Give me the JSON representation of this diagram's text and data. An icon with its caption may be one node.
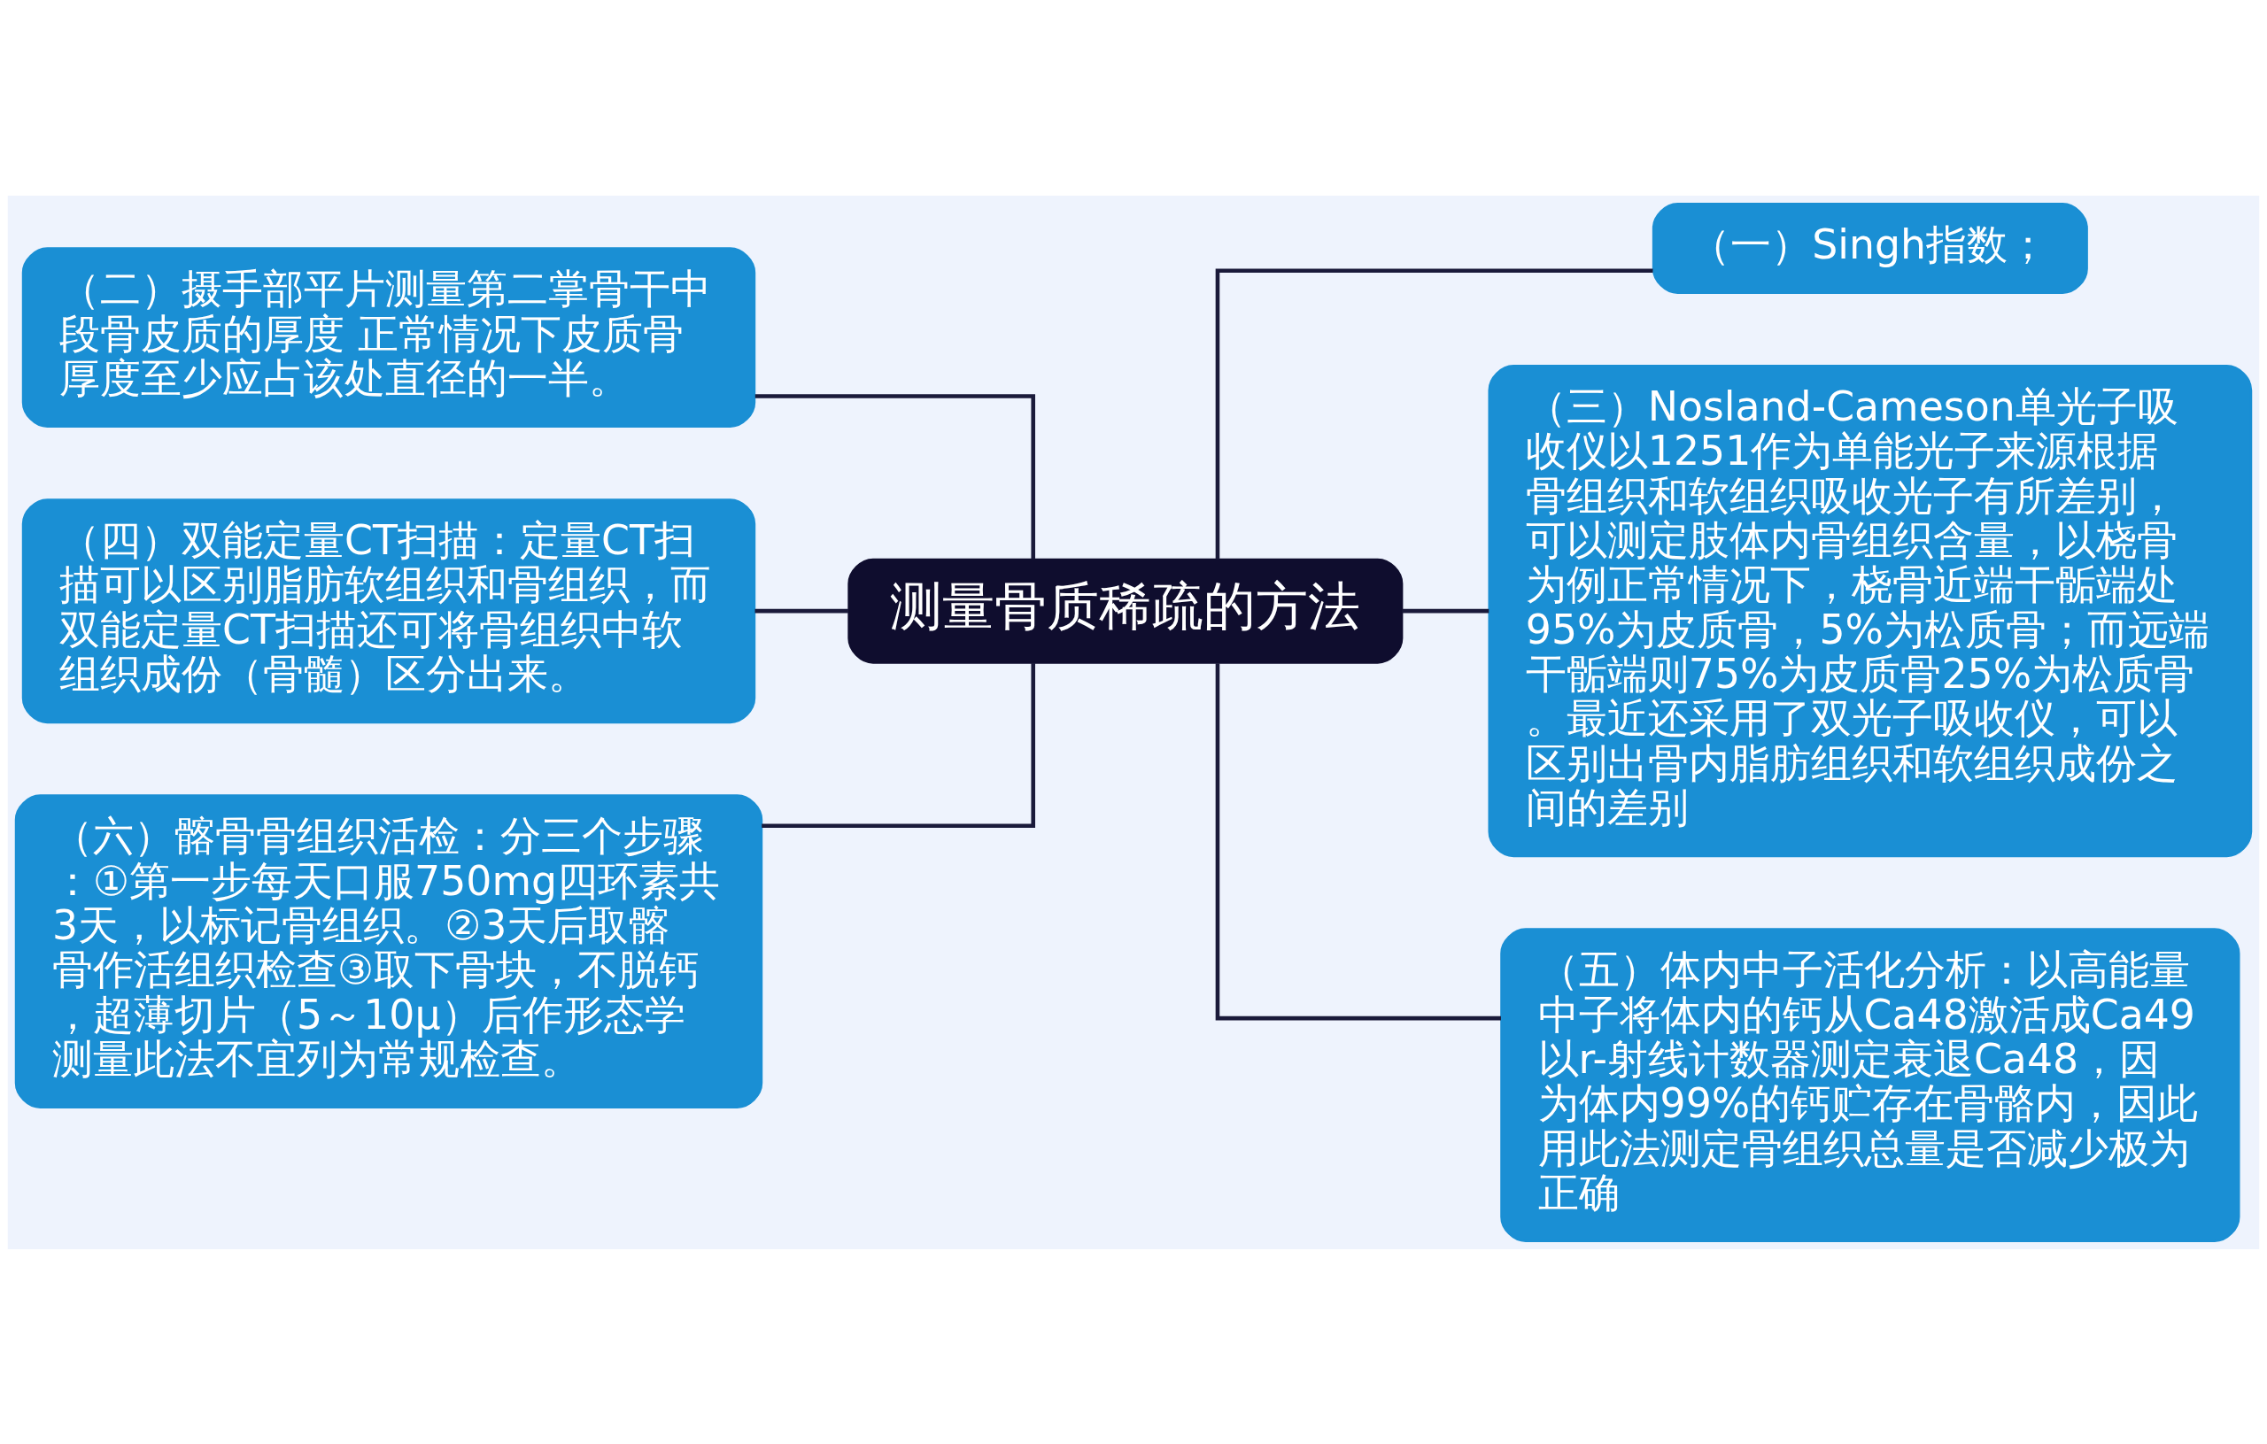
{
  "diagram": {
    "nodes": [
      {
        "text": [
          "测量骨质稀疏的方法"
        ]
      },
      {
        "text": [
          "（一）Singh指数；"
        ]
      },
      {
        "text": [
          "（二）摄手部平片测量第二掌骨干中段骨皮质的厚度 正常情况下皮质骨厚度至少应占该处直径的一半。"
        ]
      },
      {
        "text": [
          "（三）Nosland-Cameson单光子吸收仪以1251作为单能光子来源根据骨组织和软组织吸收光子有所差别，可以测定肢体内骨组织含量，以桡骨为例正常情况下，桡骨近端干骺端处95%为皮质骨，5%为松质骨；而远端干骺端则75%为皮质骨25%为松质骨。最近还采用了双光子吸收仪，可以区别出骨内脂肪组织和软组织成份之间的差别"
        ]
      },
      {
        "text": [
          "（四）双能定量CT扫描：定量CT扫描可以区别脂肪软组织和骨组织，而双能定量CT扫描还可将骨组织中软组织成份（骨髓）区分出来。"
        ]
      },
      {
        "text": [
          "（五）体内中子活化分析：以高能量中子将体内的钙从Ca48激活成Ca49以r-射线计数器测定衰退Ca48，因为体内99%的钙贮存在骨骼内，因此用此法测定骨组织总量是否减少极为正确"
        ]
      },
      {
        "text": [
          "（六）髂骨骨组织活检：分三个步骤：①第一步每天口服750mg四环素共3天，以标记骨组织。②3天后取髂骨作活组织检查③取下骨块，不脱钙，超薄切片（5～10μ）后作形态学测量此法不宜列为常规检查。"
        ]
      }
    ],
    "edges": [
      {
        "from": 0,
        "to": 1,
        "arrow": "none"
      },
      {
        "from": 0,
        "to": 2,
        "arrow": "none"
      },
      {
        "from": 0,
        "to": 3,
        "arrow": "none"
      },
      {
        "from": 0,
        "to": 4,
        "arrow": "none"
      },
      {
        "from": 0,
        "to": 5,
        "arrow": "none"
      },
      {
        "from": 0,
        "to": 6,
        "arrow": "none"
      }
    ]
  }
}
